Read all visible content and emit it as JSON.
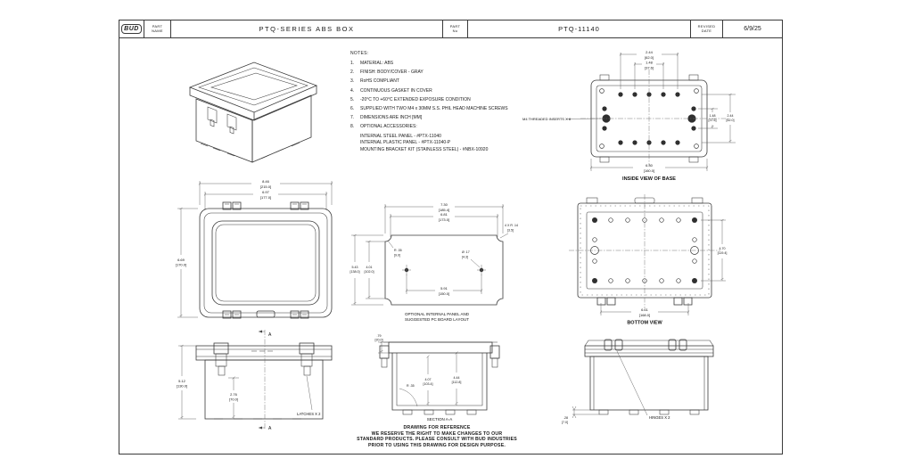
{
  "title_block": {
    "logo_text": "BUD",
    "part_name_label_line1": "PART",
    "part_name_label_line2": "NAME",
    "title": "PTQ-SERIES ABS BOX",
    "part_no_label_line1": "PART",
    "part_no_label_line2": "No",
    "part_number": "PTQ-11140",
    "revised_label_line1": "REVISED",
    "revised_label_line2": "DATE",
    "revised_date": "6/9/25"
  },
  "notes": {
    "heading": "NOTES:",
    "items": [
      {
        "num": "1.",
        "text": "MATERIAL: ABS"
      },
      {
        "num": "2.",
        "text": "FINISH: BODY/COVER - GRAY"
      },
      {
        "num": "3.",
        "text": "RoHS COMPLIANT"
      },
      {
        "num": "4.",
        "text": "CONTINUOUS GASKET IN COVER"
      },
      {
        "num": "5.",
        "text": "-20°C TO +60°C EXTENDED EXPOSURE CONDITION"
      },
      {
        "num": "6.",
        "text": "SUPPLIED WITH TWO M4 x 30MM S.S. PHIL HEAD MACHINE SCREWS"
      },
      {
        "num": "7.",
        "text": "DIMENSIONS ARE INCH [MM]"
      },
      {
        "num": "8.",
        "text": "OPTIONAL ACCESSORIES:"
      }
    ],
    "accessories": [
      "INTERNAL STEEL PANEL - #PTX-11040",
      "INTERNAL PLASTIC PANEL - #PTX-11040-P",
      "MOUNTING BRACKET KIT (STAINLESS STEEL) - #NBX-10920"
    ]
  },
  "views": {
    "inside_base": {
      "label": "INSIDE VIEW OF BASE",
      "callout": "M4 THREADED INSERTS X 8",
      "dim_top_outer": {
        "v": "2.44",
        "m": "[62.0]"
      },
      "dim_top_inner": {
        "v": "1.48",
        "m": "[37.6]"
      },
      "dim_right_inner": {
        "v": "1.48",
        "m": "[37.6]"
      },
      "dim_right_outer": {
        "v": "2.44",
        "m": "[62.0]"
      },
      "dim_bottom": {
        "v": "6.30",
        "m": "[160.0]"
      }
    },
    "top_view": {
      "dim_outer": {
        "v": "8.46",
        "m": "[215.0]"
      },
      "dim_inner": {
        "v": "6.97",
        "m": "[177.0]"
      },
      "dim_left": {
        "v": "6.69",
        "m": "[170.0]"
      }
    },
    "panel_view": {
      "caption_line1": "OPTIONAL INTERNAL PANEL AND",
      "caption_line2": "SUGGESTED PC BOARD LAYOUT",
      "dim_top_outer": {
        "v": "7.30",
        "m": "[185.4]"
      },
      "dim_top_inner": {
        "v": "6.81",
        "m": "[173.0]"
      },
      "dim_left_outer": {
        "v": "5.43",
        "m": "[138.0]"
      },
      "dim_left_inner": {
        "v": "4.01",
        "m": "[102.0]"
      },
      "dim_bottom": {
        "v": "5.91",
        "m": "[150.0]"
      },
      "hole_callout": {
        "v": "Ø .17",
        "m": "[4.3]"
      },
      "radius_callout": {
        "v": "R .35",
        "m": "[9.0]"
      },
      "corner_callout": {
        "v": "4 X R .14",
        "m": "[3.5]"
      }
    },
    "bottom_view": {
      "label": "BOTTOM VIEW",
      "dim_right": {
        "v": "4.70",
        "m": "[119.4]"
      },
      "dim_bottom": {
        "v": "6.61",
        "m": "[168.0]"
      }
    },
    "front_view": {
      "callout": "LATCHES X 2",
      "section_marker": "A",
      "dim_left": {
        "v": "5.12",
        "m": "[130.0]"
      },
      "dim_inner": {
        "v": "2.76",
        "m": "[70.0]"
      }
    },
    "section_view": {
      "label": "SECTION A-A",
      "dim_top": {
        "v": ".79",
        "m": "[20.0]"
      },
      "dim_inner1": {
        "v": "4.07",
        "m": "[103.4]"
      },
      "dim_inner2": {
        "v": "4.44",
        "m": "[112.8]"
      },
      "radius_callout": "R .35"
    },
    "rear_view": {
      "callout": "HINGES X 2",
      "dim_step": {
        "v": ".28",
        "m": "[7.0]"
      }
    }
  },
  "footer": {
    "lines": [
      "DRAWING FOR REFERENCE",
      "WE RESERVE THE RIGHT TO MAKE CHANGES TO OUR",
      "STANDARD PRODUCTS. PLEASE CONSULT WITH BUD INDUSTRIES",
      "PRIOR TO USING THIS DRAWING FOR DESIGN PURPOSE."
    ]
  },
  "colors": {
    "line": "#3a3a3a",
    "text": "#1a1a1a",
    "background": "#ffffff"
  }
}
